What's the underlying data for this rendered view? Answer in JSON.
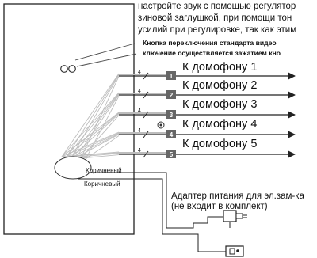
{
  "instructions": {
    "line1": "настройте звук с помощью регулятор",
    "line2": "зиновой заглушкой, при помощи тон",
    "line3": "усилий при регулировке, так как этим",
    "bold1": "Кнопка переключения стандарта видео",
    "bold2": "ключение осуществляется зажатием кно"
  },
  "outputs": [
    {
      "number": "1",
      "label": "К домофону 1"
    },
    {
      "number": "2",
      "label": "К домофону 2"
    },
    {
      "number": "3",
      "label": "К домофону 3"
    },
    {
      "number": "4",
      "label": "К домофону 4"
    },
    {
      "number": "5",
      "label": "К домофону 5"
    }
  ],
  "wire_count_mark": "4",
  "wire_labels": {
    "brown_inside": "Коричневый",
    "brown_outside": "Коричневый"
  },
  "adapter_label": "Адаптер питания для эл.зам-ка (не входит в комплект)",
  "colors": {
    "line": "#222222",
    "wire_gray": "#bdbdbd",
    "terminal": "#666666",
    "terminal_text": "#ffffff"
  }
}
